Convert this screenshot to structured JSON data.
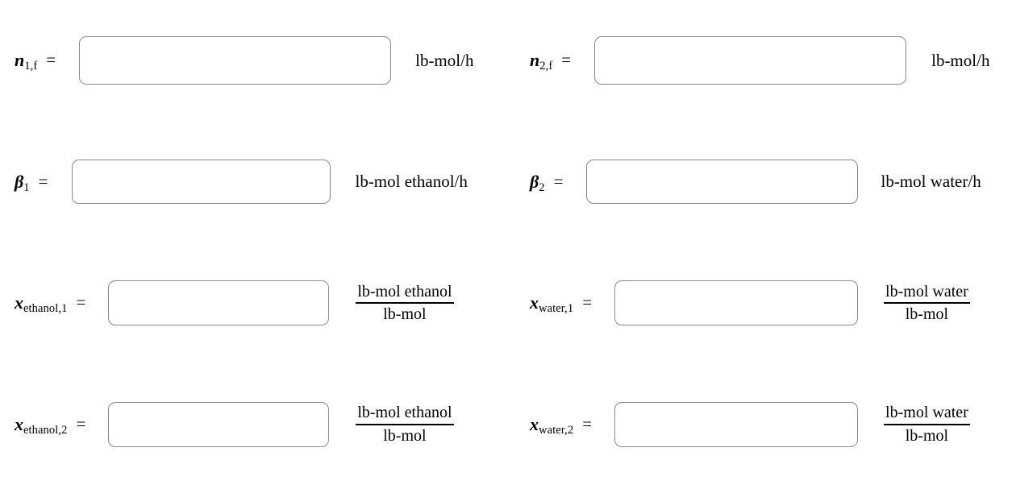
{
  "form": {
    "equals_sign": "=",
    "rows": [
      {
        "row_id": "row-n-feed",
        "left": {
          "field_id": "n1f",
          "symbol": "n",
          "subscript": "1,f",
          "unit_type": "plain",
          "unit": "lb-mol/h"
        },
        "right": {
          "field_id": "n2f",
          "symbol": "n",
          "subscript": "2,f",
          "unit_type": "plain",
          "unit": "lb-mol/h"
        }
      },
      {
        "row_id": "row-beta",
        "left": {
          "field_id": "beta1",
          "symbol": "β",
          "subscript": "1",
          "unit_type": "plain",
          "unit": "lb-mol ethanol/h"
        },
        "right": {
          "field_id": "beta2",
          "symbol": "β",
          "subscript": "2",
          "unit_type": "plain",
          "unit": "lb-mol water/h"
        }
      },
      {
        "row_id": "row-x-stream-1",
        "left": {
          "field_id": "x-ethanol-1",
          "symbol": "x",
          "subscript": "ethanol,1",
          "unit_type": "fraction",
          "unit_numerator": "lb-mol ethanol",
          "unit_denominator": "lb-mol"
        },
        "right": {
          "field_id": "x-water-1",
          "symbol": "x",
          "subscript": "water,1",
          "unit_type": "fraction",
          "unit_numerator": "lb-mol water",
          "unit_denominator": "lb-mol"
        }
      },
      {
        "row_id": "row-x-stream-2",
        "left": {
          "field_id": "x-ethanol-2",
          "symbol": "x",
          "subscript": "ethanol,2",
          "unit_type": "fraction",
          "unit_numerator": "lb-mol ethanol",
          "unit_denominator": "lb-mol"
        },
        "right": {
          "field_id": "x-water-2",
          "symbol": "x",
          "subscript": "water,2",
          "unit_type": "fraction",
          "unit_numerator": "lb-mol water",
          "unit_denominator": "lb-mol"
        }
      }
    ]
  },
  "inputs": {
    "n1f": {
      "value": "",
      "placeholder": ""
    },
    "n2f": {
      "value": "",
      "placeholder": ""
    },
    "beta1": {
      "value": "",
      "placeholder": ""
    },
    "beta2": {
      "value": "",
      "placeholder": ""
    },
    "x-ethanol-1": {
      "value": "",
      "placeholder": ""
    },
    "x-water-1": {
      "value": "",
      "placeholder": ""
    },
    "x-ethanol-2": {
      "value": "",
      "placeholder": ""
    },
    "x-water-2": {
      "value": "",
      "placeholder": ""
    }
  },
  "colors": {
    "page_background": "#ffffff",
    "text": "#000000",
    "input_border": "#8a8a8a",
    "fraction_rule": "#000000"
  }
}
